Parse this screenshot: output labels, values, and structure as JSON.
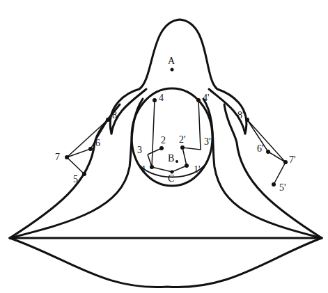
{
  "diagram": {
    "labels": [
      "A",
      "4",
      "4'",
      "3",
      "3'",
      "2",
      "2'",
      "B",
      "1",
      "1'",
      "C",
      "8",
      "8'",
      "7",
      "7'",
      "6",
      "6'",
      "5",
      "5'"
    ]
  }
}
